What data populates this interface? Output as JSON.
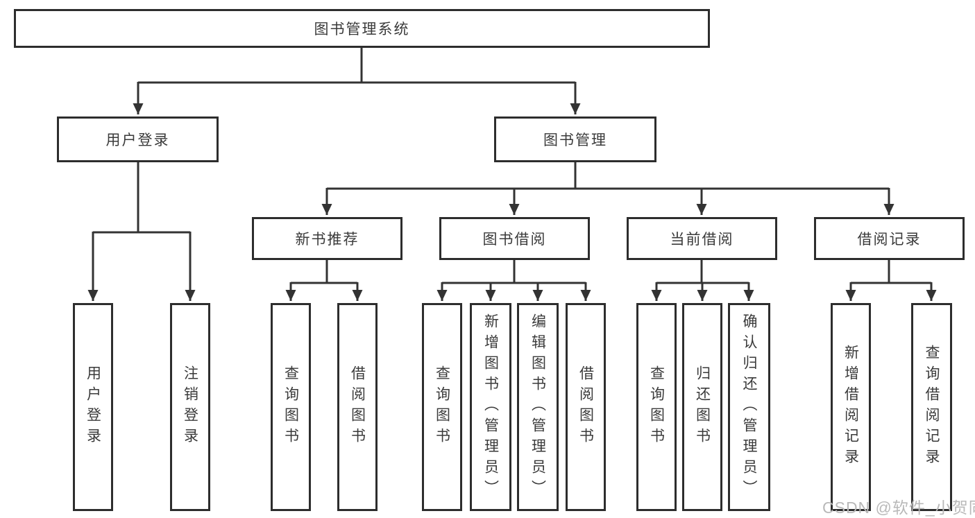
{
  "colors": {
    "line": "#333333",
    "box_border": "#2d2d2d",
    "text": "#3a3a3a",
    "watermark": "#b9b9b9",
    "background": "#ffffff"
  },
  "watermark": {
    "text": "CSDN @软件_小贺同学"
  },
  "diagram": {
    "type": "hierarchy-tree",
    "root": {
      "label": "图书管理系统"
    },
    "branches": [
      {
        "label": "用户登录",
        "children": [
          "用户登录",
          "注销登录"
        ]
      },
      {
        "label": "图书管理",
        "children": [
          {
            "label": "新书推荐",
            "children": [
              "查询图书",
              "借阅图书"
            ]
          },
          {
            "label": "图书借阅",
            "children": [
              "查询图书",
              "新增图书（管理员）",
              "编辑图书（管理员）",
              "借阅图书"
            ]
          },
          {
            "label": "当前借阅",
            "children": [
              "查询图书",
              "归还图书",
              "确认归还（管理员）"
            ]
          },
          {
            "label": "借阅记录",
            "children": [
              "新增借阅记录",
              "查询借阅记录"
            ]
          }
        ]
      }
    ]
  }
}
